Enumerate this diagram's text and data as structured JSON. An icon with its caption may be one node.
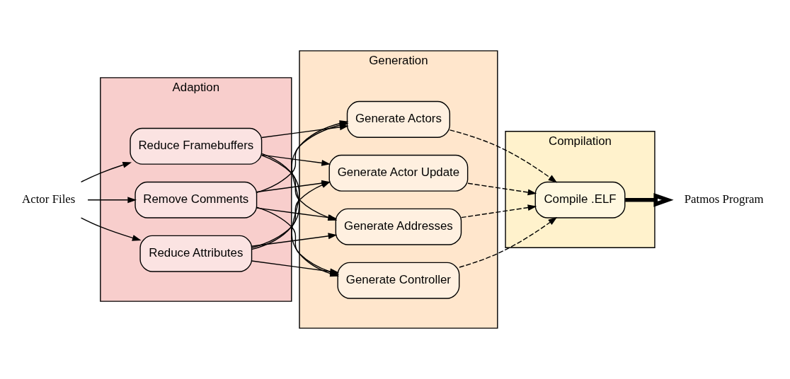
{
  "diagram": {
    "nodes": [
      {
        "text": [
          "Adaption"
        ]
      },
      {
        "text": [
          "Generation"
        ]
      },
      {
        "text": [
          "Compilation"
        ]
      },
      {
        "text": [
          "Actor Files"
        ]
      },
      {
        "text": [
          "Remove Comments"
        ],
        "in": 0
      },
      {
        "text": [
          "Reduce Attributes"
        ],
        "in": 0
      },
      {
        "text": [
          "Reduce Framebuffers"
        ],
        "in": 0
      },
      {
        "text": [
          "Generate Actors"
        ],
        "in": 1
      },
      {
        "text": [
          "Generate Actor Update"
        ],
        "in": 1
      },
      {
        "text": [
          "Generate Addresses"
        ],
        "in": 1
      },
      {
        "text": [
          "Generate Controller"
        ],
        "in": 1
      },
      {
        "text": [
          "Compile .ELF"
        ],
        "in": 2
      },
      {
        "text": [
          "Patmos Program"
        ]
      }
    ],
    "edges": [
      {
        "from": 3,
        "to": 4,
        "arrow": "to"
      },
      {
        "from": 3,
        "to": 5,
        "arrow": "to"
      },
      {
        "from": 3,
        "to": 6,
        "arrow": "to"
      },
      {
        "from": 4,
        "to": 7,
        "arrow": "to"
      },
      {
        "from": 4,
        "to": 8,
        "arrow": "to"
      },
      {
        "from": 4,
        "to": 9,
        "arrow": "to"
      },
      {
        "from": 4,
        "to": 10,
        "arrow": "to"
      },
      {
        "from": 5,
        "to": 7,
        "arrow": "to"
      },
      {
        "from": 5,
        "to": 8,
        "arrow": "to"
      },
      {
        "from": 5,
        "to": 9,
        "arrow": "to"
      },
      {
        "from": 5,
        "to": 10,
        "arrow": "to"
      },
      {
        "from": 6,
        "to": 7,
        "arrow": "to"
      },
      {
        "from": 6,
        "to": 8,
        "arrow": "to"
      },
      {
        "from": 6,
        "to": 9,
        "arrow": "to"
      },
      {
        "from": 6,
        "to": 10,
        "arrow": "to"
      },
      {
        "from": 7,
        "to": 11,
        "arrow": "to",
        "style": "dashed"
      },
      {
        "from": 8,
        "to": 11,
        "arrow": "to",
        "style": "dashed"
      },
      {
        "from": 9,
        "to": 11,
        "arrow": "to",
        "style": "dashed"
      },
      {
        "from": 10,
        "to": 11,
        "arrow": "to",
        "style": "dashed"
      },
      {
        "from": 11,
        "to": 12,
        "arrow": "to",
        "style": "thick"
      }
    ]
  }
}
